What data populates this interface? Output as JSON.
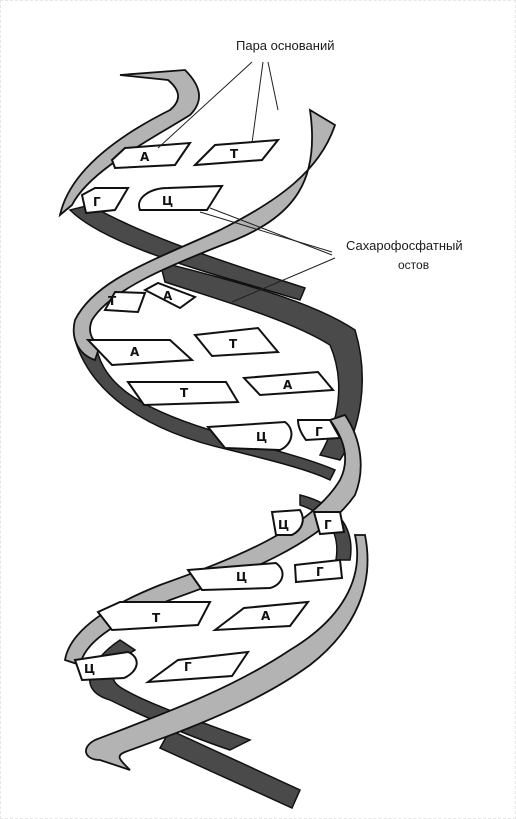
{
  "labels": {
    "base_pair": "Пара оснований",
    "backbone_line1": "Сахарофосфатный",
    "backbone_line2": "остов"
  },
  "bases": [
    "А",
    "Т",
    "Г",
    "Ц",
    "Т",
    "А",
    "А",
    "Т",
    "Т",
    "А",
    "Ц",
    "Г",
    "Ц",
    "Г",
    "Ц",
    "Г",
    "Т",
    "А",
    "Ц",
    "Г"
  ],
  "colors": {
    "strand_light": "#b3b3b3",
    "strand_dark": "#4a4a4a",
    "outline": "#111111",
    "base_fill": "#ffffff"
  }
}
